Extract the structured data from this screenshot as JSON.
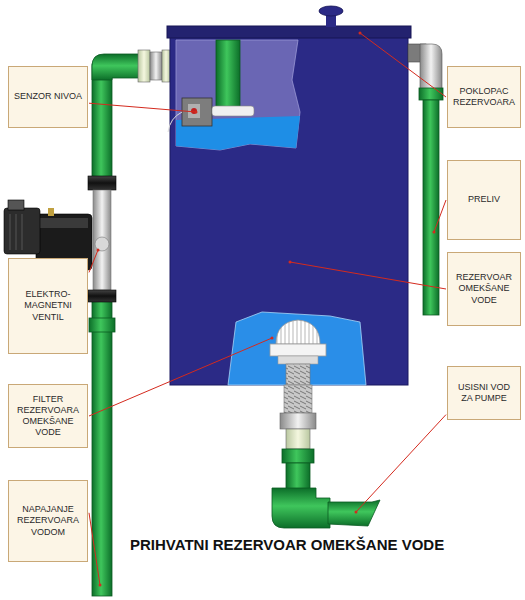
{
  "diagram": {
    "title": "PRIHVATNI REZERVOAR OMEKŠANE VODE",
    "nodes": [
      {
        "text": [
          "SENZOR NIVOA"
        ]
      },
      {
        "text": [
          "POKLOPAC REZERVOARA"
        ]
      },
      {
        "text": [
          "PRELIV"
        ]
      },
      {
        "text": [
          "ELEKTRO-MAGNETNI VENTIL"
        ]
      },
      {
        "text": [
          "REZERVOAR OMEKŠANE VODE"
        ]
      },
      {
        "text": [
          "FILTER REZERVOARA OMEKŠANE VODE"
        ]
      },
      {
        "text": [
          "USISNI VOD ZA PUMPE"
        ]
      },
      {
        "text": [
          "NAPAJANJE REZERVOARA VODOM"
        ]
      }
    ]
  }
}
